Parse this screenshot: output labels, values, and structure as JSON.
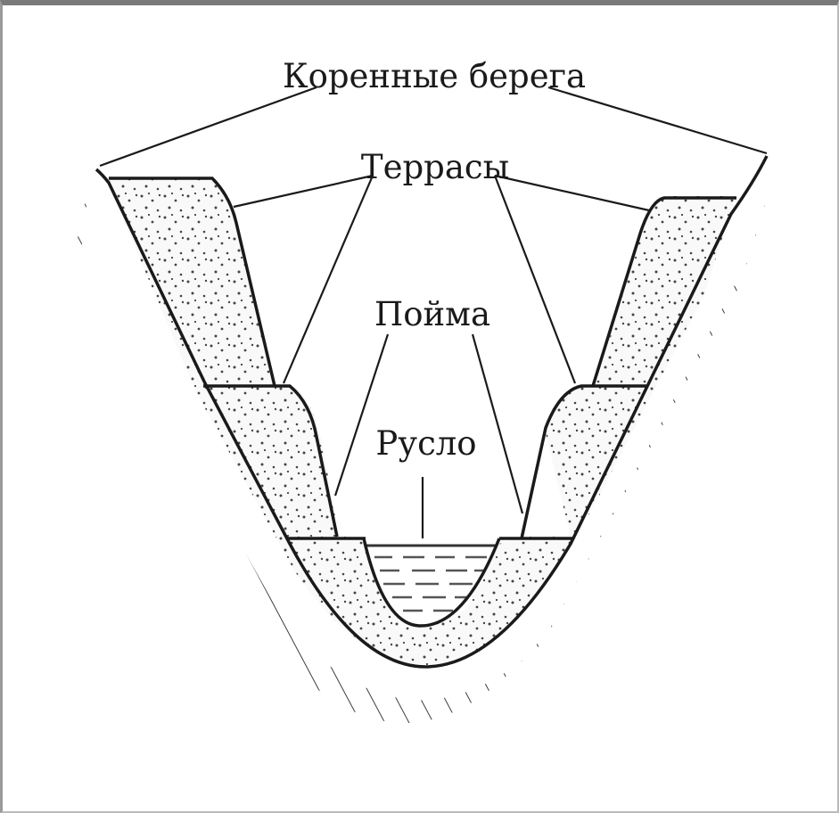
{
  "diagram": {
    "labels": {
      "bedrock_banks": "Коренные берега",
      "terraces": "Террасы",
      "floodplain": "Пойма",
      "channel": "Русло"
    },
    "colors": {
      "line": "#1a1a1a",
      "hatch": "#333333",
      "sediment_fill": "#f7f7f7",
      "dots": "#444444",
      "water_lines": "#555555"
    }
  }
}
